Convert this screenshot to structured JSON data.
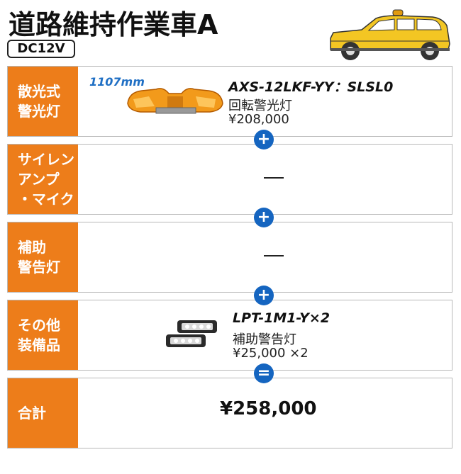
{
  "title": "道路維持作業車A",
  "voltage": "DC12V",
  "rows": [
    {
      "label": "散光式\n警光灯",
      "length": "1107mm",
      "product": "AXS-12LKF-YY：SLSL0",
      "desc": "回転警光灯",
      "price": "¥208,000"
    },
    {
      "label": "サイレン\nアンプ\n・マイク",
      "empty": "—"
    },
    {
      "label": "補助\n警告灯",
      "empty": "—"
    },
    {
      "label": "その他\n装備品",
      "product": "LPT-1M1-Y×2",
      "desc": "補助警告灯",
      "price": "¥25,000 ×2"
    },
    {
      "label": "合計",
      "total": "¥258,000"
    }
  ],
  "signs": [
    "+",
    "+",
    "+",
    "="
  ],
  "colors": {
    "label_bg": "#ed7d1a",
    "sign_bg": "#1565c0",
    "car_body": "#f3c623",
    "length_text": "#1f6fc4"
  },
  "icons": [
    "taxi-car-icon",
    "lightbar-icon",
    "warning-light-icon"
  ]
}
